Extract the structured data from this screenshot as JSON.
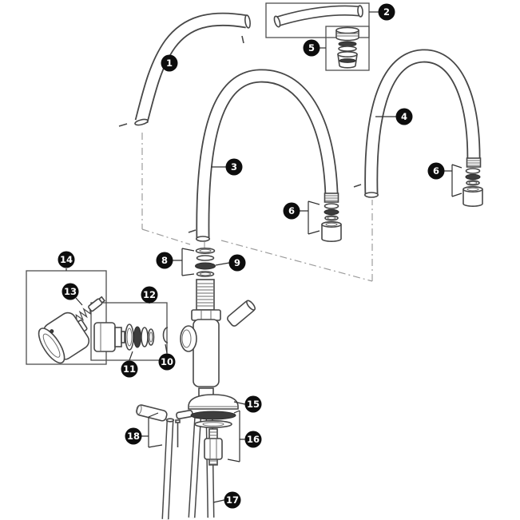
{
  "callouts": {
    "c1": "1",
    "c2": "2",
    "c3": "3",
    "c4": "4",
    "c5": "5",
    "c6": "6",
    "c8": "8",
    "c9": "9",
    "c10": "10",
    "c11": "11",
    "c12": "12",
    "c13": "13",
    "c14": "14",
    "c15": "15",
    "c16": "16",
    "c17": "17",
    "c18": "18"
  },
  "colors": {
    "background": "#ffffff",
    "line": "#474747",
    "dash_line": "#9c9c9c",
    "dark_part": "#3d3d3d",
    "badge_bg": "#0d0d0d",
    "badge_text": "#ffffff"
  }
}
